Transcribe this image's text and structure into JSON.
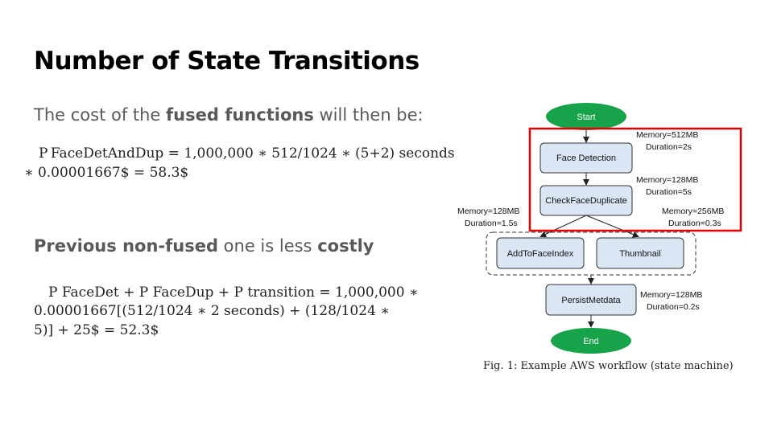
{
  "slide": {
    "title": "Number of State Transitions",
    "line1": {
      "pre": "The cost of the ",
      "bold": "fused functions",
      "post": " will then be:"
    },
    "formula1": {
      "row1": "P FaceDetAndDup = 1,000,000 ∗ 512/1024 ∗ (5+2) seconds",
      "row2": "∗ 0.00001667$ = 58.3$"
    },
    "line2": {
      "bold1": "Previous non-fused",
      "mid": " one is less ",
      "bold2": "costly"
    },
    "formula2": {
      "row1": "P FaceDet  +  P FaceDup  +  P transition   =   1,000,000  ∗",
      "row2": "0.00001667[(512/1024  ∗  2  seconds)  +  (128/1024  ∗",
      "row3": "5)] + 25$ = 52.3$"
    }
  },
  "workflow": {
    "start": "Start",
    "end": "End",
    "face_detection": "Face Detection",
    "check_face_duplicate": "CheckFaceDuplicate",
    "add_to_face_index": "AddToFaceIndex",
    "thumbnail": "Thumbnail",
    "persist_metadata": "PersistMetdata",
    "notes": {
      "fd_mem": "Memory=512MB",
      "fd_dur": "Duration=2s",
      "cfd_mem": "Memory=128MB",
      "cfd_dur": "Duration=5s",
      "thumb_mem": "Memory=256MB",
      "thumb_dur": "Duration=0.3s",
      "afi_mem": "Memory=128MB",
      "afi_dur": "Duration=1.5s",
      "pm_mem": "Memory=128MB",
      "pm_dur": "Duration=0.2s"
    },
    "caption": "Fig. 1: Example AWS workflow (state machine)",
    "colors": {
      "oval": "#17a34a",
      "box_fill": "#dbe6f4",
      "highlight": "#e00000"
    }
  }
}
